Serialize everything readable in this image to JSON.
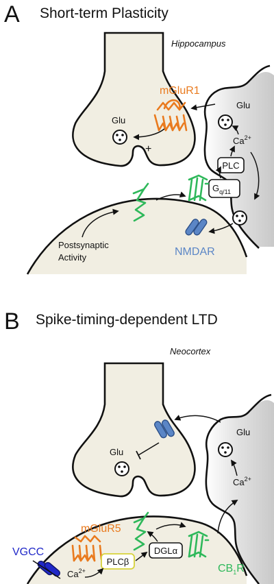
{
  "panel_a": {
    "letter": "A",
    "title": "Short-term Plasticity",
    "region": "Hippocampus",
    "receptor": "mGluR1",
    "glu_left": "Glu",
    "plus": "+",
    "glu_right": "Glu",
    "ca_text": "Ca",
    "ca_sup": "2+",
    "plc": "PLC",
    "gq_text": "G",
    "gq_sub": "q/11",
    "nmdar": "NMDAR",
    "activity_line1": "Postsynaptic",
    "activity_line2": "Activity"
  },
  "panel_b": {
    "letter": "B",
    "title": "Spike-timing-dependent LTD",
    "region": "Neocortex",
    "glu_left": "Glu",
    "glu_right": "Glu",
    "ca_text": "Ca",
    "ca_sup": "2+",
    "cb1r_pre": "CB",
    "cb1r_sub": "1",
    "cb1r_post": "R",
    "mglur5": "mGluR5",
    "vgcc": "VGCC",
    "plcb": "PLCβ",
    "dgla": "DGLα",
    "ca_bottom_text": "Ca",
    "ca_bottom_sup": "2+"
  },
  "colors": {
    "terminal_fill": "#f1eee2",
    "astro_fill": "#e4e4e4",
    "mglur": "#e97a1e",
    "cb1": "#2eb85a",
    "nmdar": "#5b86c6",
    "vgcc": "#2028c8",
    "plcb_border": "#d6d23a",
    "outline": "#111111"
  }
}
